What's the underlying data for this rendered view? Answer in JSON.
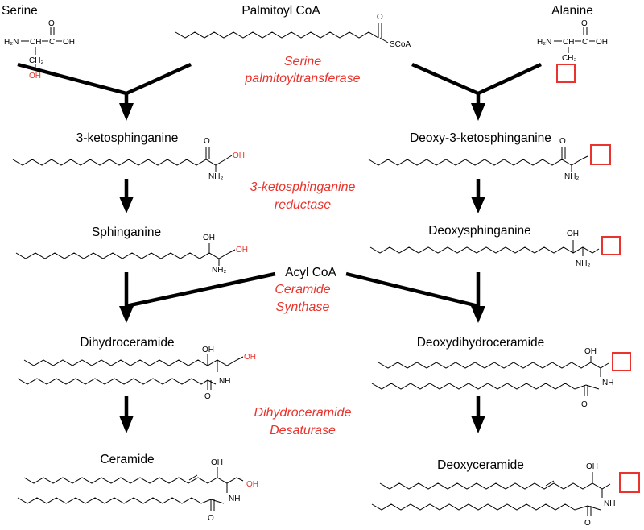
{
  "labels": {
    "serine": "Serine",
    "palmitoyl_coa": "Palmitoyl CoA",
    "alanine": "Alanine",
    "ketosphinganine": "3-ketosphinganine",
    "deoxy_ketosphinganine": "Deoxy-3-ketosphinganine",
    "sphinganine": "Sphinganine",
    "deoxysphinganine": "Deoxysphinganine",
    "acyl_coa": "Acyl CoA",
    "dihydroceramide": "Dihydroceramide",
    "deoxydihydroceramide": "Deoxydihydroceramide",
    "ceramide": "Ceramide",
    "deoxyceramide": "Deoxyceramide"
  },
  "enzymes": {
    "spt_line1": "Serine",
    "spt_line2": "palmitoyltransferase",
    "ksr_line1": "3-ketosphinganine",
    "ksr_line2": "reductase",
    "cers_line1": "Ceramide",
    "cers_line2": "Synthase",
    "des_line1": "Dihydroceramide",
    "des_line2": "Desaturase"
  },
  "atoms": {
    "h2n": "H₂N",
    "ch": "CH",
    "c": "C",
    "oh": "OH",
    "o": "O",
    "ch2": "CH₂",
    "ch3": "CH₃",
    "scoa": "SCoA",
    "nh2": "NH₂",
    "nh": "NH"
  },
  "colors": {
    "enzyme_text": "#e8342c",
    "highlight": "#e8342c",
    "arrows": "#000000"
  }
}
